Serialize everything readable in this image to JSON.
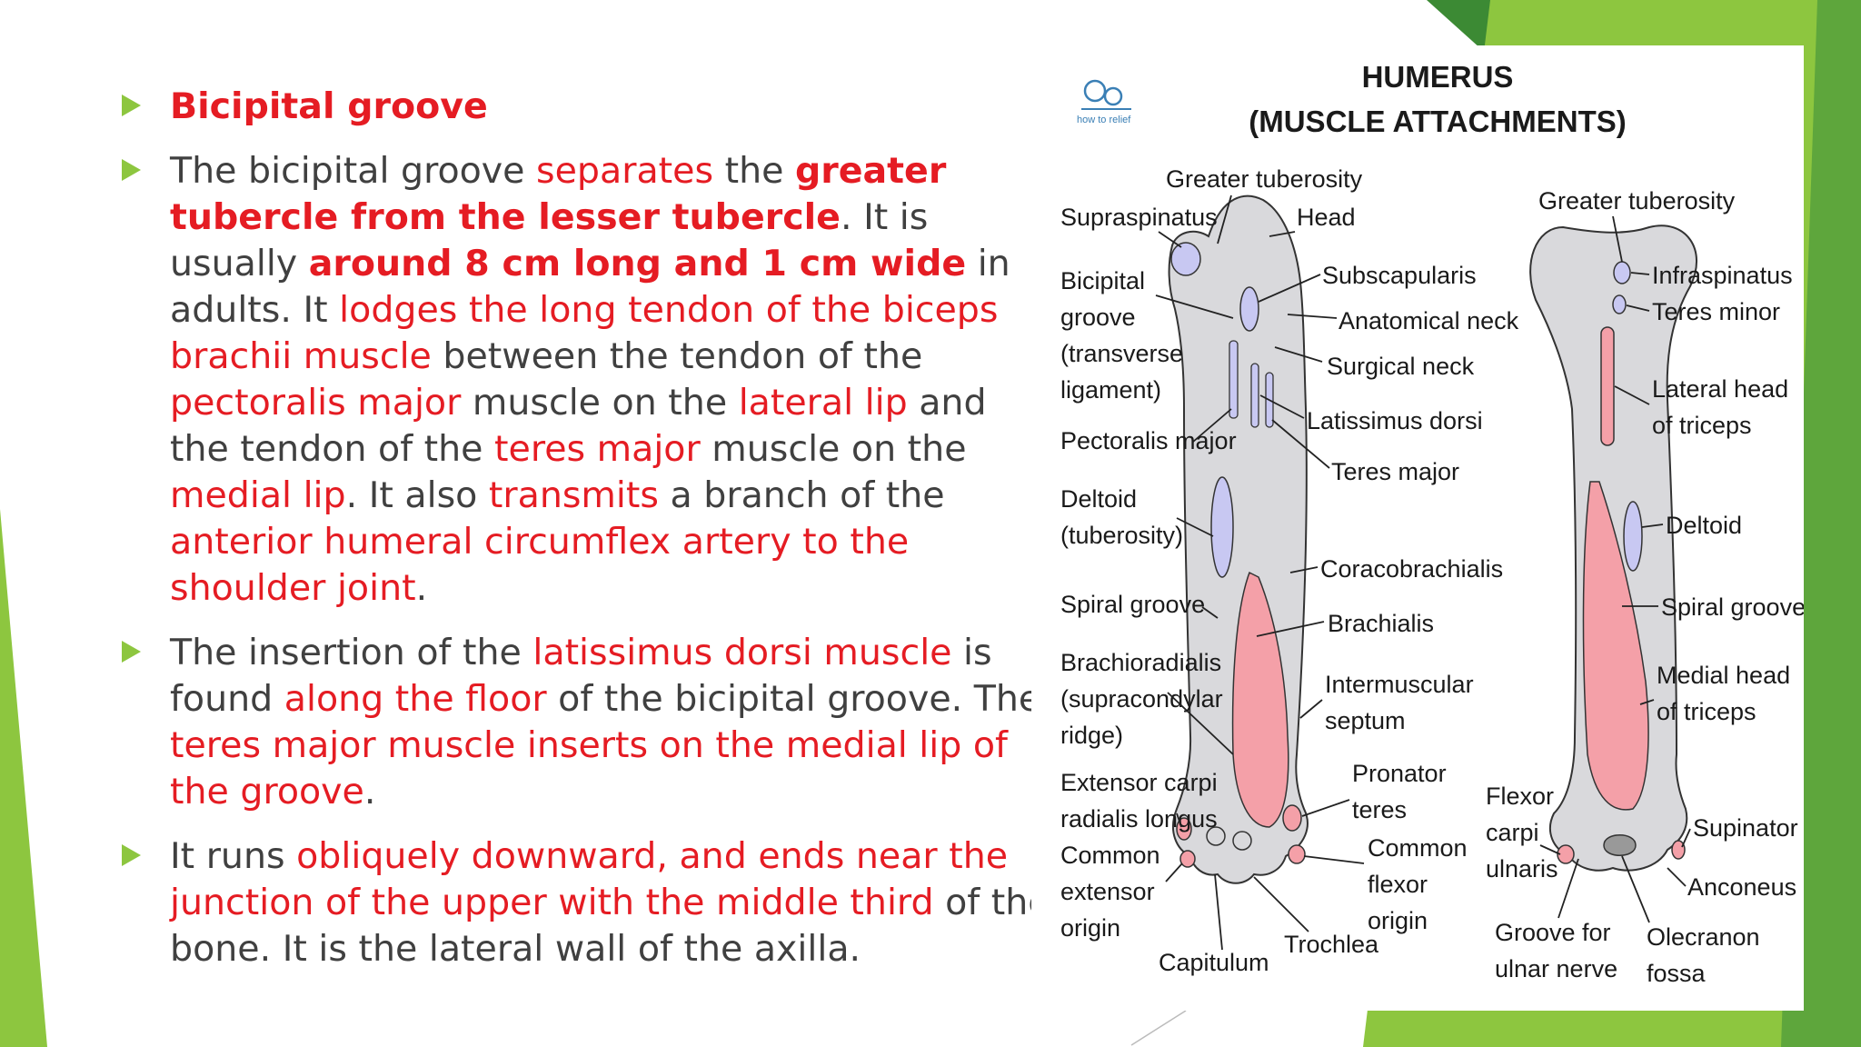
{
  "theme": {
    "accent": "#8dc63f",
    "highlight": "#e51c23",
    "text": "#404040"
  },
  "bullets": [
    {
      "segments": [
        {
          "t": "Bicipital groove",
          "s": "rb"
        }
      ]
    },
    {
      "segments": [
        {
          "t": "The bicipital groove ",
          "s": "n"
        },
        {
          "t": "separates",
          "s": "r"
        },
        {
          "t": " the ",
          "s": "n"
        },
        {
          "t": "greater tubercle from the lesser tubercle",
          "s": "rb"
        },
        {
          "t": ". It is usually ",
          "s": "n"
        },
        {
          "t": "around 8 cm long and 1 cm wide",
          "s": "rb"
        },
        {
          "t": " in adults. It ",
          "s": "n"
        },
        {
          "t": "lodges the long tendon of the biceps brachii muscle",
          "s": "r"
        },
        {
          "t": " between the tendon of the ",
          "s": "n"
        },
        {
          "t": "pectoralis major",
          "s": "r"
        },
        {
          "t": " muscle on the ",
          "s": "n"
        },
        {
          "t": "lateral lip",
          "s": "r"
        },
        {
          "t": " and the tendon of the ",
          "s": "n"
        },
        {
          "t": "teres major",
          "s": "r"
        },
        {
          "t": " muscle on the ",
          "s": "n"
        },
        {
          "t": "medial lip",
          "s": "r"
        },
        {
          "t": ". It also ",
          "s": "n"
        },
        {
          "t": "transmits",
          "s": "r"
        },
        {
          "t": " a branch of the ",
          "s": "n"
        },
        {
          "t": "anterior humeral circumflex artery to the shoulder joint",
          "s": "r"
        },
        {
          "t": ".",
          "s": "n"
        }
      ]
    },
    {
      "segments": [
        {
          "t": "The insertion of the ",
          "s": "n"
        },
        {
          "t": "latissimus dorsi muscle",
          "s": "r"
        },
        {
          "t": " is found ",
          "s": "n"
        },
        {
          "t": "along the floor",
          "s": "r"
        },
        {
          "t": " of the bicipital groove. The ",
          "s": "n"
        },
        {
          "t": "teres major muscle inserts on the medial lip of the groove",
          "s": "r"
        },
        {
          "t": ".",
          "s": "n"
        }
      ]
    },
    {
      "segments": [
        {
          "t": "It runs ",
          "s": "n"
        },
        {
          "t": "obliquely downward, and ends near the junction of the upper with the middle third",
          "s": "r"
        },
        {
          "t": " of the bone. It is the lateral wall of the axilla.",
          "s": "n"
        }
      ]
    }
  ],
  "figure": {
    "watermark": "how to relief",
    "title_line1": "HUMERUS",
    "title_line2": "(MUSCLE ATTACHMENTS)",
    "labels_left": {
      "greater_tuberosity": "Greater tuberosity",
      "supraspinatus": "Supraspinatus",
      "head": "Head",
      "bicipital_groove_1": "Bicipital",
      "bicipital_groove_2": "groove",
      "bicipital_groove_3": "(transverse",
      "bicipital_groove_4": "ligament)",
      "subscapularis": "Subscapularis",
      "anatomical_neck": "Anatomical neck",
      "surgical_neck": "Surgical neck",
      "pectoralis_major": "Pectoralis major",
      "latissimus_dorsi": "Latissimus dorsi",
      "teres_major": "Teres major",
      "deltoid_tuberosity_1": "Deltoid",
      "deltoid_tuberosity_2": "(tuberosity)",
      "coracobrachialis": "Coracobrachialis",
      "spiral_groove": "Spiral groove",
      "brachialis": "Brachialis",
      "brachioradialis_1": "Brachioradialis",
      "brachioradialis_2": "(supracondylar",
      "brachioradialis_3": "ridge)",
      "intermuscular_1": "Intermuscular",
      "intermuscular_2": "septum",
      "extensor_1": "Extensor carpi",
      "extensor_2": "radialis longus",
      "pronator_1": "Pronator",
      "pronator_2": "teres",
      "common_ext_1": "Common",
      "common_ext_2": "extensor",
      "common_ext_3": "origin",
      "common_flex_1": "Common",
      "common_flex_2": "flexor",
      "common_flex_3": "origin",
      "capitulum": "Capitulum",
      "trochlea": "Trochlea"
    },
    "labels_right": {
      "greater_tuberosity": "Greater tuberosity",
      "infraspinatus": "Infraspinatus",
      "teres_minor": "Teres minor",
      "lateral_head_1": "Lateral head",
      "lateral_head_2": "of triceps",
      "deltoid": "Deltoid",
      "spiral_groove": "Spiral groove",
      "medial_head_1": "Medial head",
      "medial_head_2": "of triceps",
      "flexor_1": "Flexor",
      "flexor_2": "carpi",
      "flexor_3": "ulnaris",
      "supinator": "Supinator",
      "anconeus": "Anconeus",
      "groove_ulnar_1": "Groove for",
      "groove_ulnar_2": "ulnar nerve",
      "olecranon_1": "Olecranon",
      "olecranon_2": "fossa"
    }
  }
}
